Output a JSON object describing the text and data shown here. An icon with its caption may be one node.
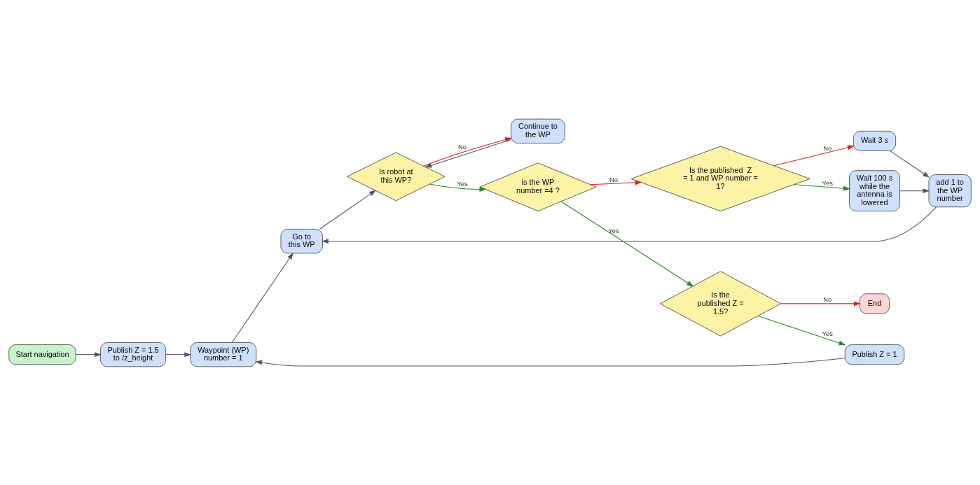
{
  "diagram": {
    "nodes": [
      {
        "text": [
          "Start navigation"
        ]
      },
      {
        "text": [
          "Publish Z = 1.5 to /z_height"
        ]
      },
      {
        "text": [
          "Waypoint (WP) number = 1"
        ]
      },
      {
        "text": [
          "Go to this WP"
        ]
      },
      {
        "text": [
          "Is robot at this WP?"
        ]
      },
      {
        "text": [
          "Continue to the WP"
        ]
      },
      {
        "text": [
          "is the WP number =4 ?"
        ]
      },
      {
        "text": [
          "Is the published  Z = 1 and WP number = 1?"
        ]
      },
      {
        "text": [
          "Wait 3 s"
        ]
      },
      {
        "text": [
          "Wait 100 s while the antenna is lowered"
        ]
      },
      {
        "text": [
          "add 1 to the WP number"
        ]
      },
      {
        "text": [
          "Is the published Z = 1.5?"
        ]
      },
      {
        "text": [
          "End"
        ]
      },
      {
        "text": [
          "Publish Z = 1"
        ]
      }
    ],
    "edges": [
      {
        "from": 0,
        "to": 1,
        "arrow": "to"
      },
      {
        "from": 1,
        "to": 2,
        "arrow": "to"
      },
      {
        "from": 2,
        "to": 3,
        "arrow": "to"
      },
      {
        "from": 3,
        "to": 4,
        "arrow": "to"
      },
      {
        "from": 4,
        "to": 6,
        "arrow": "to",
        "label": "Yes",
        "color": "#1f8a1f"
      },
      {
        "from": 4,
        "to": 5,
        "arrow": "to",
        "label": "No",
        "color": "#e01b1b"
      },
      {
        "from": 5,
        "to": 4,
        "arrow": "to"
      },
      {
        "from": 6,
        "to": 7,
        "arrow": "to",
        "label": "No",
        "color": "#e01b1b"
      },
      {
        "from": 6,
        "to": 11,
        "arrow": "to",
        "label": "Yes",
        "color": "#1f8a1f"
      },
      {
        "from": 7,
        "to": 9,
        "arrow": "to",
        "label": "Yes",
        "color": "#1f8a1f"
      },
      {
        "from": 7,
        "to": 8,
        "arrow": "to",
        "label": "No",
        "color": "#e01b1b"
      },
      {
        "from": 9,
        "to": 10,
        "arrow": "to"
      },
      {
        "from": 8,
        "to": 10,
        "arrow": "to"
      },
      {
        "from": 10,
        "to": 3,
        "arrow": "to"
      },
      {
        "from": 11,
        "to": 12,
        "arrow": "to",
        "label": "No",
        "color": "#e01b1b"
      },
      {
        "from": 11,
        "to": 13,
        "arrow": "to",
        "label": "Yes",
        "color": "#1f8a1f"
      },
      {
        "from": 13,
        "to": 2,
        "arrow": "to"
      }
    ]
  }
}
